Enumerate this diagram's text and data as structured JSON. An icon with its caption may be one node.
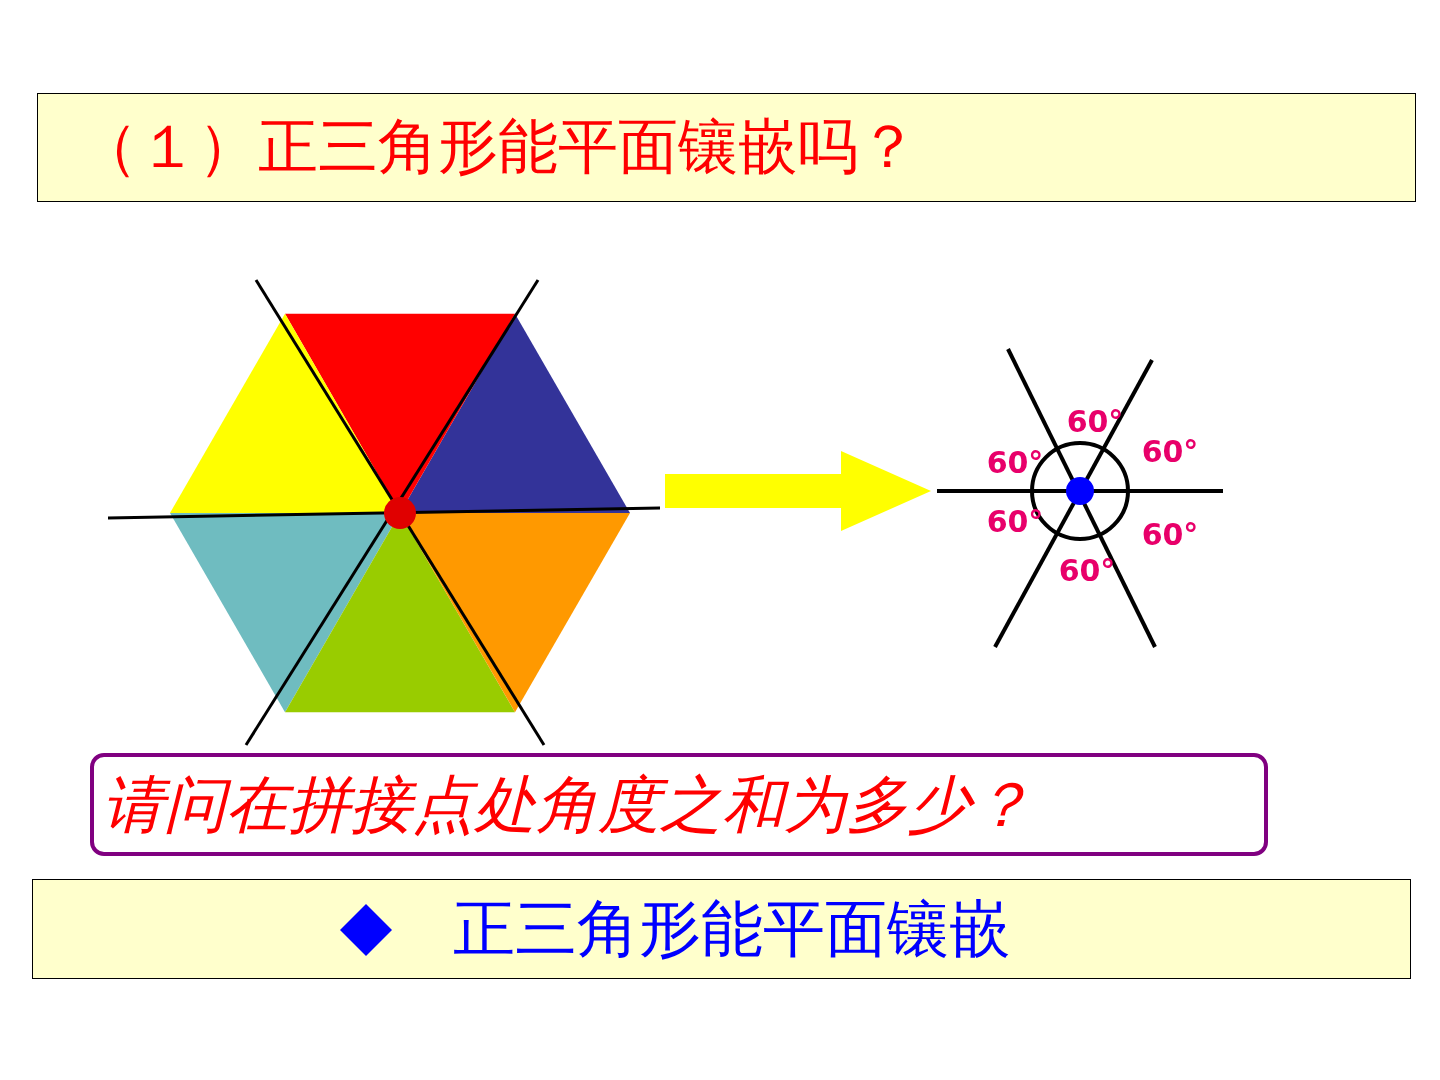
{
  "diagram": {
    "title": "（１）正三角形能平面镶嵌吗？",
    "nodes": [
      {
        "text": [],
        "shape": "hexagon"
      },
      {
        "text": [],
        "shape": "circle"
      },
      {
        "text": [
          "请问在拼接点处角度之和为多少？"
        ]
      },
      {
        "text": [
          "正三角形能平面镶嵌"
        ]
      }
    ],
    "edges": [
      {
        "from": 0,
        "to": 1,
        "arrow": "to"
      }
    ],
    "labels": [
      "60°",
      "60°",
      "60°",
      "60°",
      "60°",
      "60°"
    ]
  }
}
